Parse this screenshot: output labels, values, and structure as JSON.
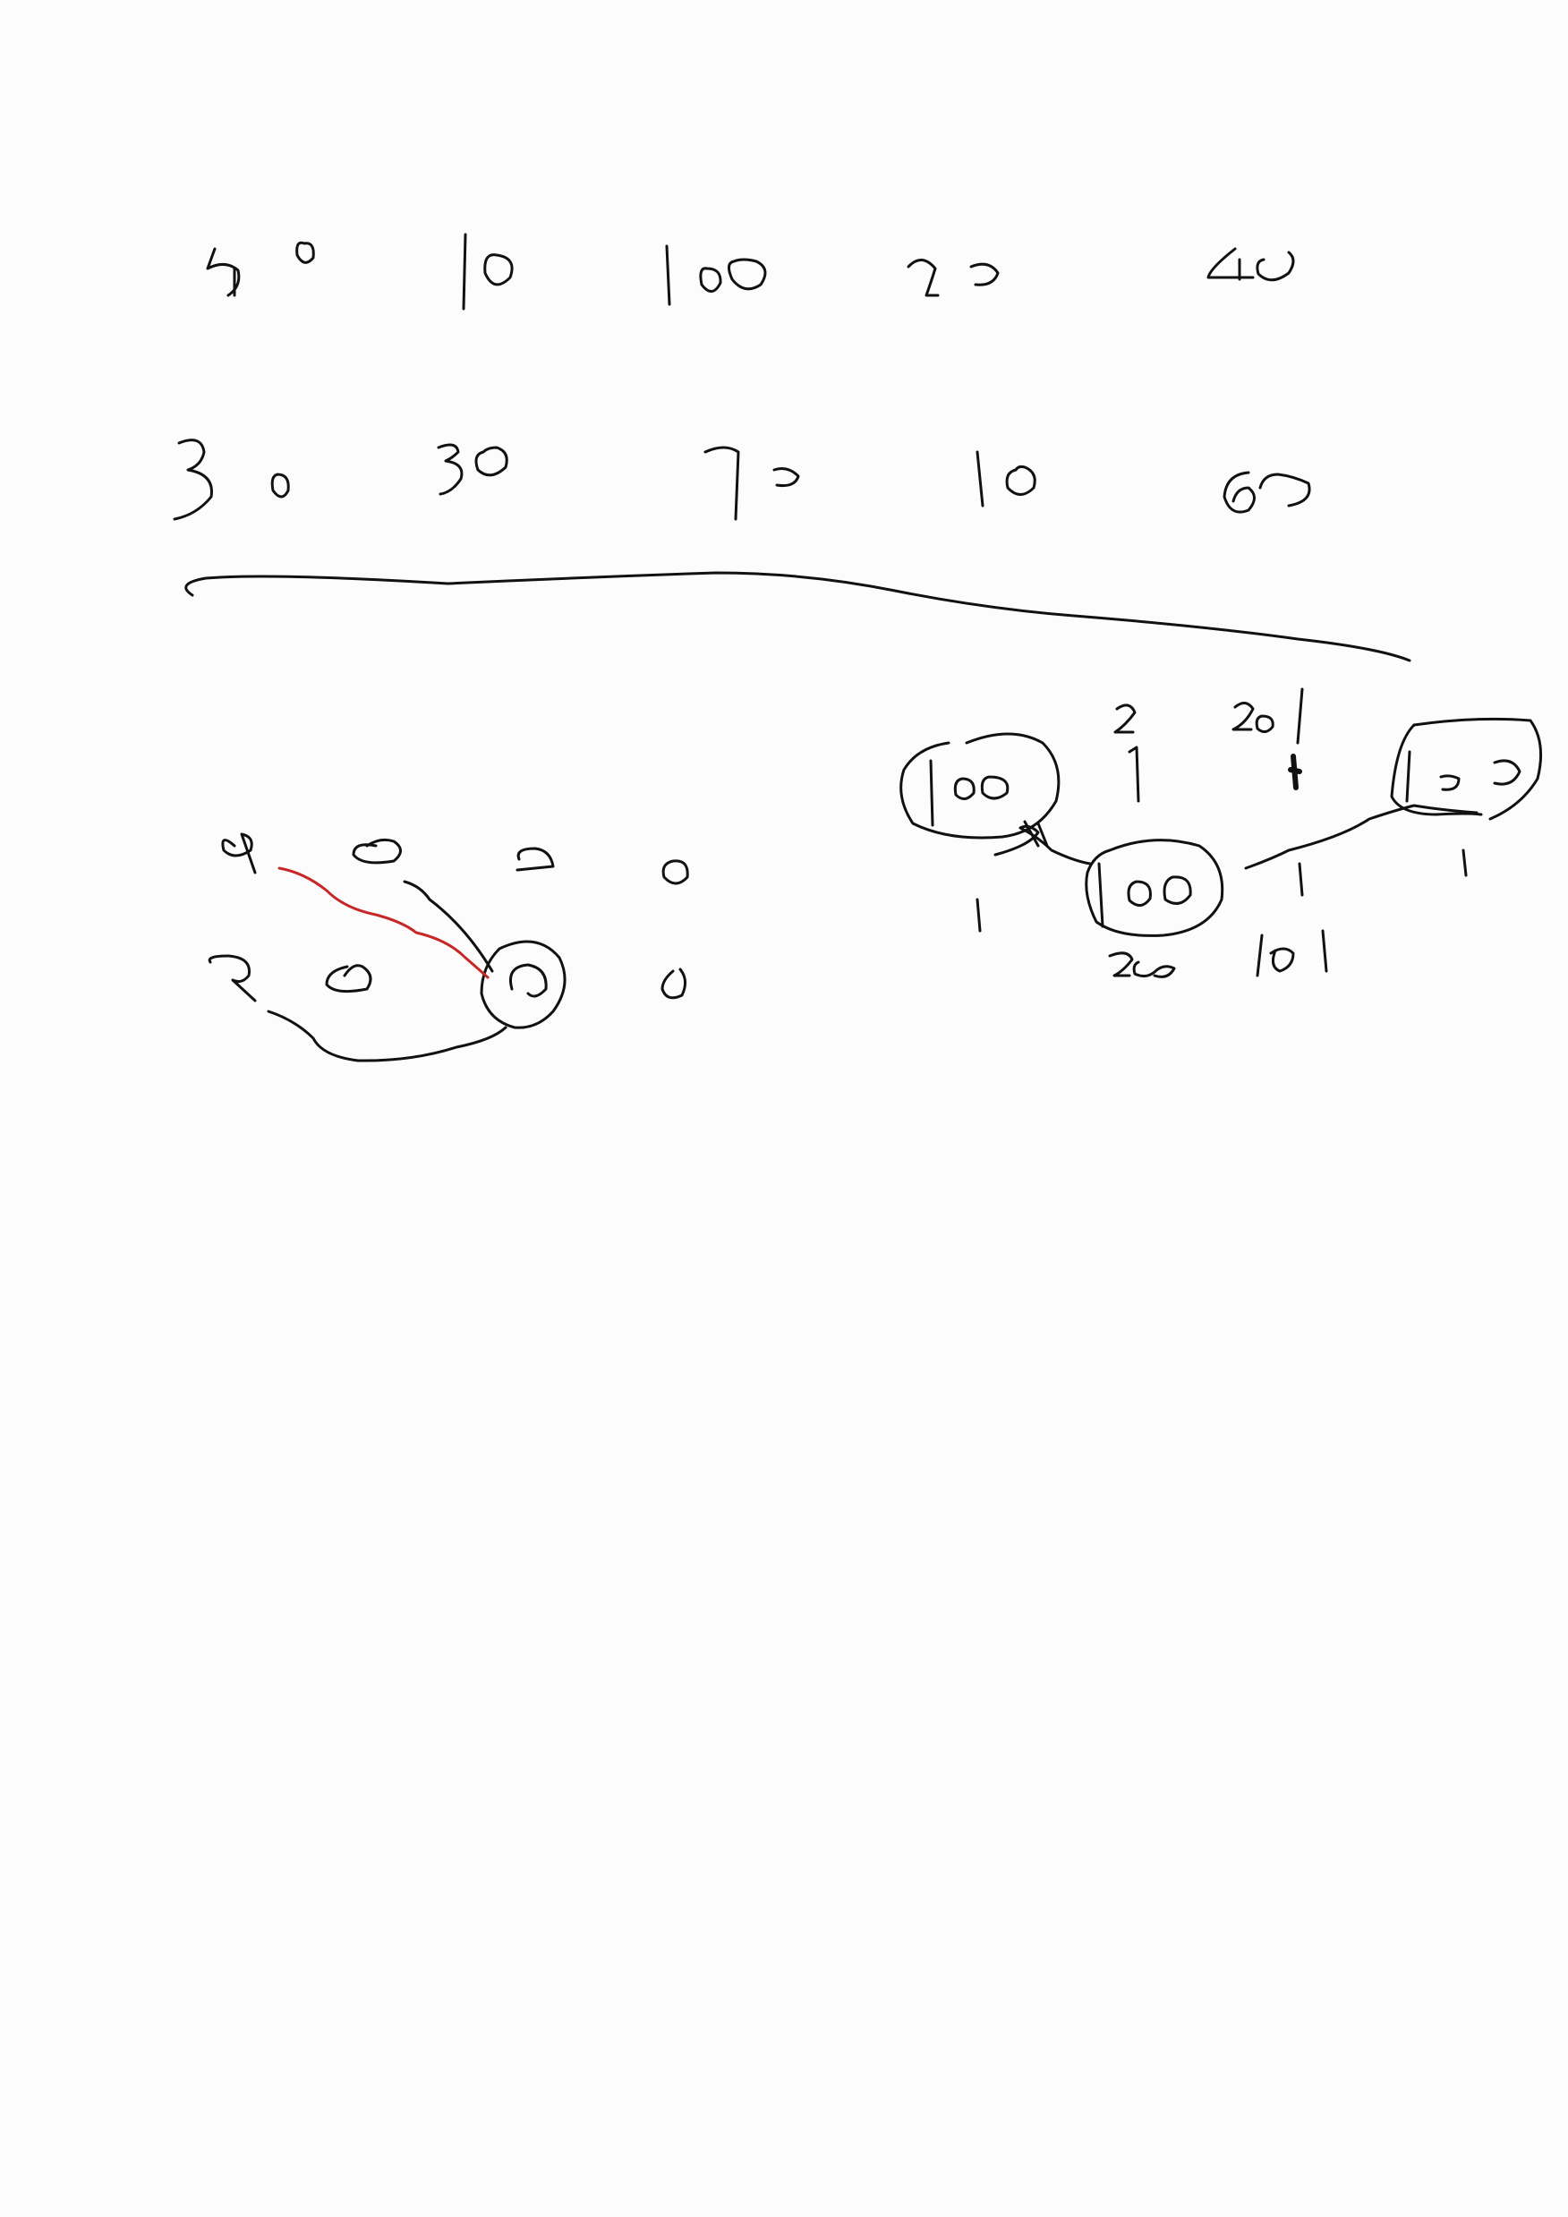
{
  "ink": {
    "primary_color": "#111111",
    "accent_color": "#c62828",
    "background_color": "#fcfcfc"
  },
  "row1": [
    "50",
    "10",
    "100",
    "20",
    "40"
  ],
  "row2": [
    "30",
    "30",
    "70",
    "10",
    "60"
  ],
  "left_graph": {
    "top_row": [
      "9",
      "0",
      "0",
      "0"
    ],
    "bottom_row": [
      "9",
      "0",
      "0",
      "0"
    ]
  },
  "right_graph": {
    "nodes": [
      "100",
      "100",
      "100"
    ],
    "labels": [
      "2",
      "1",
      "201",
      "1",
      "1",
      "200",
      "1",
      "101",
      "1"
    ]
  }
}
